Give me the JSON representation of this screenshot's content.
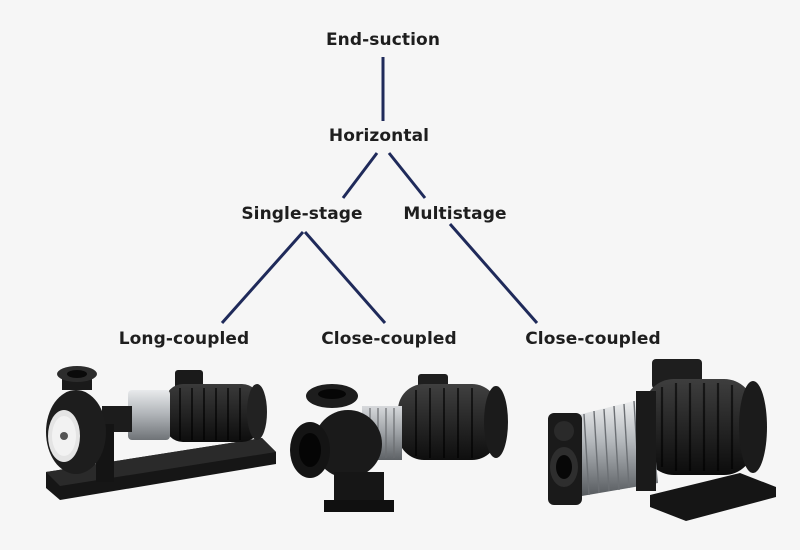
{
  "tree": {
    "root": "End-suction",
    "level1": "Horizontal",
    "level2": [
      "Single-stage",
      "Multistage"
    ],
    "leaves": [
      "Long-coupled",
      "Close-coupled",
      "Close-coupled"
    ]
  },
  "images": [
    {
      "name": "long-coupled-pump-image",
      "depicts": "long-coupled end-suction pump"
    },
    {
      "name": "close-coupled-single-stage-pump-image",
      "depicts": "close-coupled single-stage pump"
    },
    {
      "name": "close-coupled-multistage-pump-image",
      "depicts": "close-coupled multistage pump"
    }
  ],
  "colors": {
    "line": "#1f2a5a",
    "text": "#1e1e1e",
    "background": "#f6f6f6",
    "pump_body": "#1b1b1b",
    "steel": "#b9bcc0"
  }
}
